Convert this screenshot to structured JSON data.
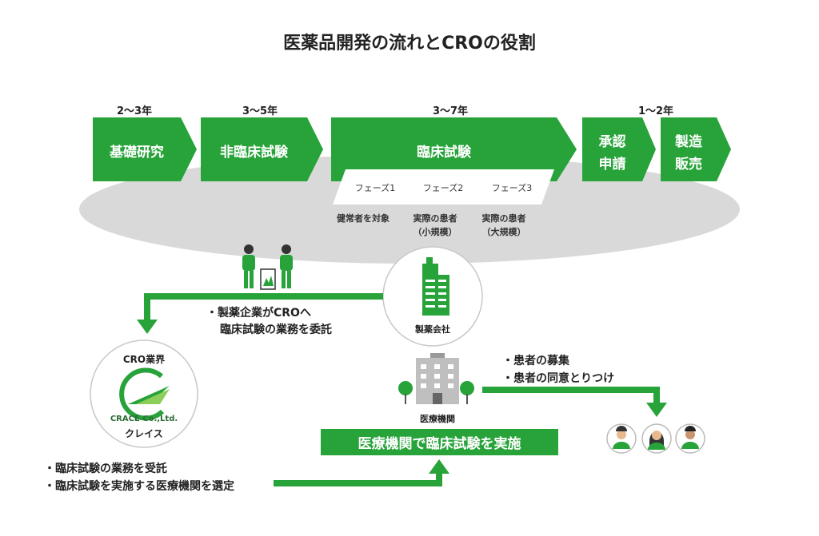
{
  "title": "医薬品開発の流れとCROの役割",
  "durations": {
    "basic": "2〜3年",
    "nonclinical": "3〜5年",
    "clinical": "3〜7年",
    "approval_sales": "1〜2年"
  },
  "stages": {
    "basic": "基礎研究",
    "nonclinical": "非臨床試験",
    "clinical": "臨床試験",
    "approval": [
      "承認",
      "申請"
    ],
    "sales": [
      "製造",
      "販売"
    ]
  },
  "phases": [
    "フェーズ1",
    "フェーズ2",
    "フェーズ3"
  ],
  "phase_targets": [
    {
      "line1": "健常者を対象",
      "line2": ""
    },
    {
      "line1": "実際の患者",
      "line2": "（小規模）"
    },
    {
      "line1": "実際の患者",
      "line2": "（大規模）"
    }
  ],
  "pharma_label": "製薬会社",
  "consign_note": [
    "・製薬企業がCROへ",
    "臨床試験の業務を委託"
  ],
  "cro": {
    "industry": "CRO業界",
    "logo_text": "CRACE Co.,Ltd.",
    "name": "クレイス"
  },
  "cro_notes": [
    "・臨床試験の業務を受託",
    "・臨床試験を実施する医療機関を選定"
  ],
  "hospital_label": "医療機関",
  "banner": "医療機関で臨床試験を実施",
  "patient_notes": [
    "・患者の募集",
    "・患者の同意とりつけ"
  ],
  "colors": {
    "green": "#27a33a",
    "gray": "#d8d8d8",
    "dark": "#222222"
  }
}
